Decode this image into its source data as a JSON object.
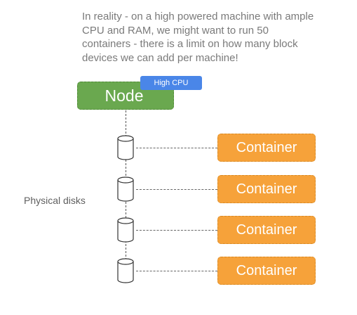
{
  "caption": {
    "lines": [
      "In reality - on a high powered machine with ample",
      "CPU and RAM, we might want to run 50",
      "containers - there is a limit on how many block",
      "devices we can add per machine!"
    ]
  },
  "node": {
    "label": "Node",
    "badge": "High CPU"
  },
  "disks_label": "Physical disks",
  "containers": [
    {
      "label": "Container"
    },
    {
      "label": "Container"
    },
    {
      "label": "Container"
    },
    {
      "label": "Container"
    }
  ],
  "colors": {
    "node": "#6aa84f",
    "badge": "#4a86e8",
    "container": "#f6a23a",
    "caption_text": "#7a7a7a"
  },
  "icons": {
    "disk": "cylinder-disk-icon"
  }
}
